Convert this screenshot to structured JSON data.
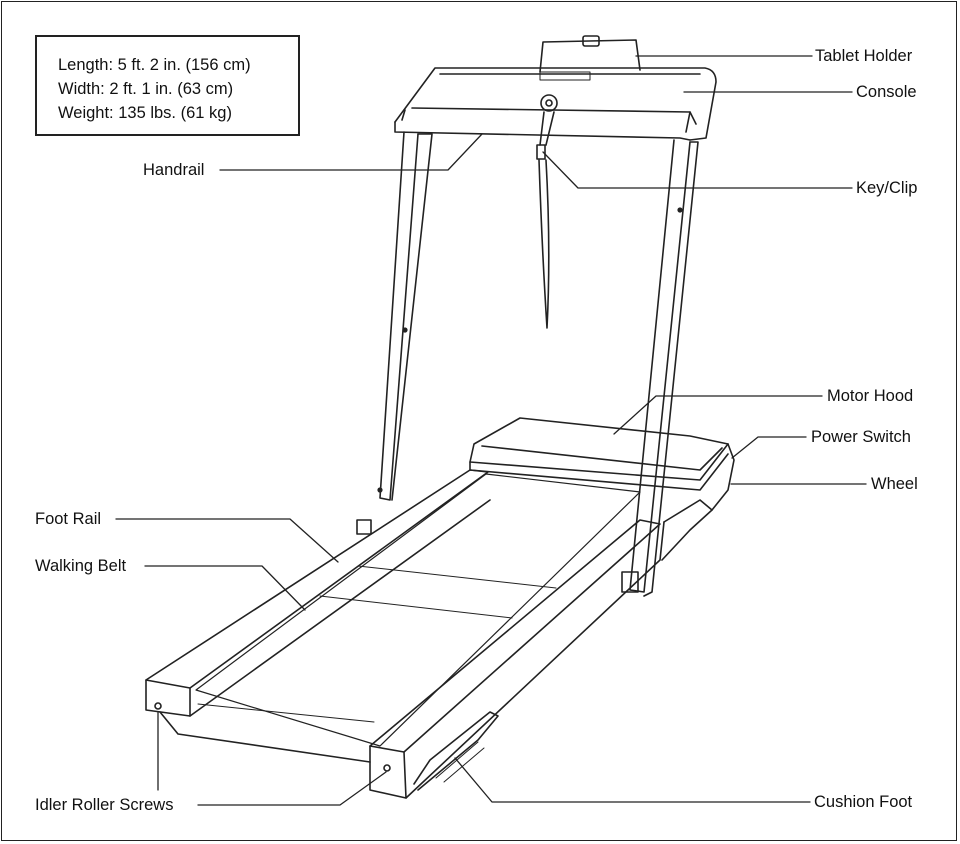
{
  "specs": {
    "length": "Length: 5 ft. 2 in. (156 cm)",
    "width": "Width:  2 ft. 1 in. (63 cm)",
    "weight": "Weight:  135 lbs. (61 kg)"
  },
  "labels": {
    "tablet_holder": "Tablet Holder",
    "console": "Console",
    "handrail": "Handrail",
    "key_clip": "Key/Clip",
    "motor_hood": "Motor Hood",
    "power_switch": "Power Switch",
    "wheel": "Wheel",
    "foot_rail": "Foot Rail",
    "walking_belt": "Walking Belt",
    "idler_roller_screws": "Idler Roller Screws",
    "cushion_foot": "Cushion Foot"
  }
}
